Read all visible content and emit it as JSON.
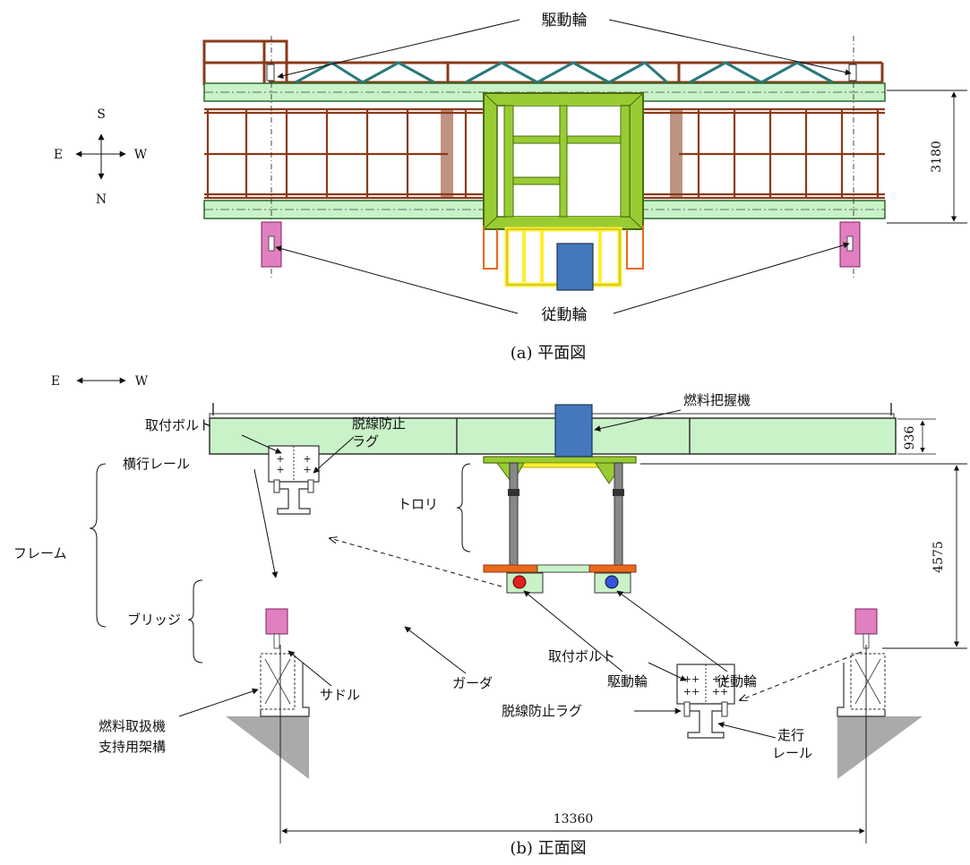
{
  "plan": {
    "label_drive_wheel": "駆動輪",
    "label_driven_wheel": "従動輪",
    "dim_3180": "3180",
    "compass": {
      "s": "S",
      "e": "E",
      "w": "W",
      "n": "N"
    },
    "caption": "(a)  平面図"
  },
  "front": {
    "ew_e": "E",
    "ew_w": "W",
    "label_fuel_gripper": "燃料把握機",
    "label_mount_bolt_top": "取付ボルト",
    "label_derail_lug_top_1": "脱線防止",
    "label_derail_lug_top_2": "ラグ",
    "label_traverse_rail": "横行レール",
    "label_trolley": "トロリ",
    "label_frame": "フレーム",
    "label_bridge": "ブリッジ",
    "label_girder": "ガーダ",
    "label_saddle": "サドル",
    "label_drive_wheel": "駆動輪",
    "label_driven_wheel": "従動輪",
    "label_support_1": "燃料取扱機",
    "label_support_2": "支持用架構",
    "label_mount_bolt_bottom": "取付ボルト",
    "label_derail_lug_bottom": "脱線防止ラグ",
    "label_run_rail_1": "走行",
    "label_run_rail_2": "レール",
    "dim_4575": "4575",
    "dim_936": "936",
    "dim_13360": "13360",
    "caption": "(b)  正面図"
  },
  "colors": {
    "girder_fill": "#c9f2c9",
    "frame_brown": "#8b3a1a",
    "truss_teal": "#2a7a7a",
    "trolley_green": "#99cc33",
    "yellow": "#ffee33",
    "gripper_blue": "#4477bb",
    "saddle_pink": "#e080c0",
    "wheel_red": "#e02020",
    "wheel_blue": "#3355dd",
    "orange": "#e86a1a",
    "grey": "#aaaaaa"
  }
}
